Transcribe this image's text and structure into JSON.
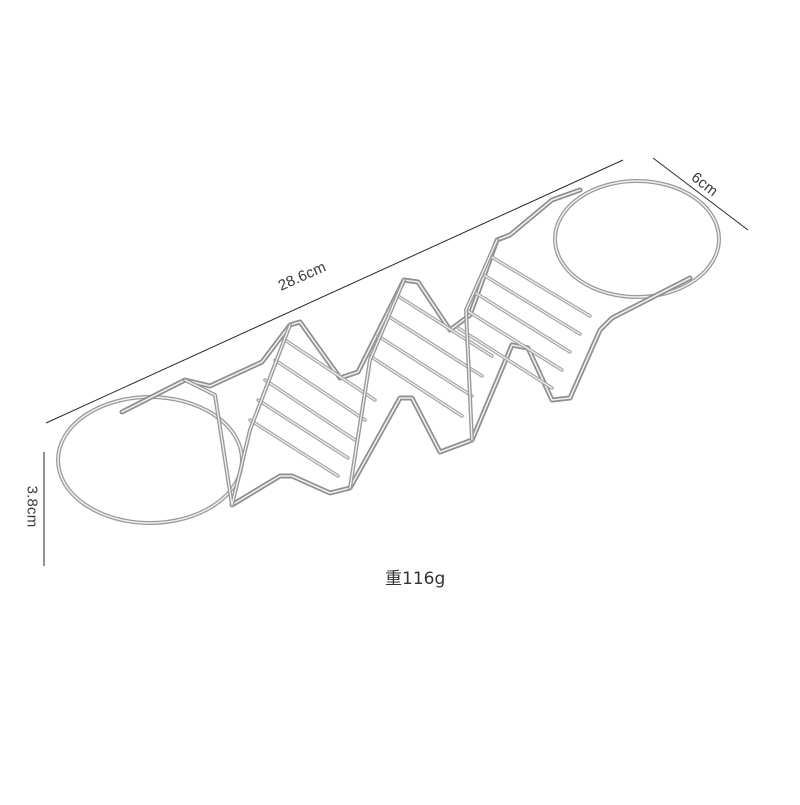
{
  "product": {
    "name": "Wire taco holder with 2 end ring handles",
    "material_color": "#c8c8c8",
    "wire_highlight": "#f4f4f4",
    "wire_shadow": "#8a8a8a"
  },
  "dimensions": {
    "length": {
      "label": "28.6cm",
      "value": 28.6,
      "unit": "cm"
    },
    "width": {
      "label": "6cm",
      "value": 6,
      "unit": "cm"
    },
    "height": {
      "label": "3.8cm",
      "value": 3.8,
      "unit": "cm"
    }
  },
  "weight": {
    "label": "重116g",
    "value": 116,
    "unit": "g"
  },
  "colors": {
    "background": "#ffffff",
    "dimension_line": "#2a2a2a",
    "text": "#3a3a3a"
  }
}
